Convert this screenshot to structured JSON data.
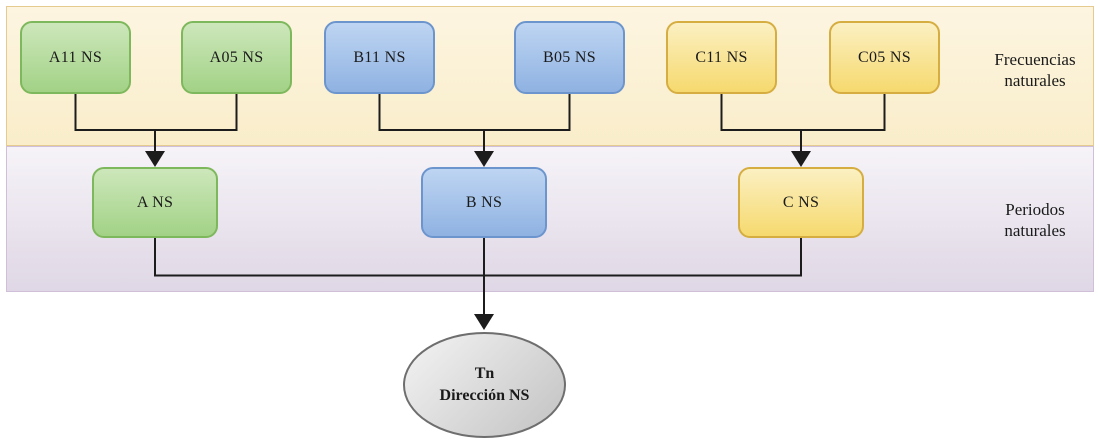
{
  "bands": {
    "frequencies": {
      "label_line1": "Frecuencias",
      "label_line2": "naturales"
    },
    "periods": {
      "label_line1": "Periodos",
      "label_line2": "naturales"
    }
  },
  "top_row": [
    {
      "label": "A11 NS",
      "color_group": "green"
    },
    {
      "label": "A05 NS",
      "color_group": "green"
    },
    {
      "label": "B11 NS",
      "color_group": "blue"
    },
    {
      "label": "B05 NS",
      "color_group": "blue"
    },
    {
      "label": "C11 NS",
      "color_group": "yellow"
    },
    {
      "label": "C05 NS",
      "color_group": "yellow"
    }
  ],
  "middle_row": [
    {
      "label": "A NS",
      "color_group": "green"
    },
    {
      "label": "B NS",
      "color_group": "blue"
    },
    {
      "label": "C NS",
      "color_group": "yellow"
    }
  ],
  "terminal": {
    "label_line1": "Tn",
    "label_line2": "Dirección NS"
  },
  "colors": {
    "band_frequencies_bg_top": "#FDF5E1",
    "band_frequencies_bg_bottom": "#F9EDCA",
    "band_frequencies_border": "#E6CB90",
    "band_periods_bg_top": "#F6F3F8",
    "band_periods_bg_bottom": "#DFD7E5",
    "band_periods_border": "#CFBFD9",
    "green_top": "#CDE7BB",
    "green_bottom": "#A2D286",
    "green_border": "#7EB85C",
    "blue_top": "#BED5F2",
    "blue_bottom": "#8FB2E2",
    "blue_border": "#6C95CE",
    "yellow_top": "#FBF0C2",
    "yellow_bottom": "#F6D96E",
    "yellow_border": "#D5AD40",
    "gray_top": "#F4F4F4",
    "gray_bottom": "#C2C2C2",
    "gray_border": "#6E6E6E",
    "connector": "#1C1C1C",
    "text": "#1A1A1A"
  }
}
